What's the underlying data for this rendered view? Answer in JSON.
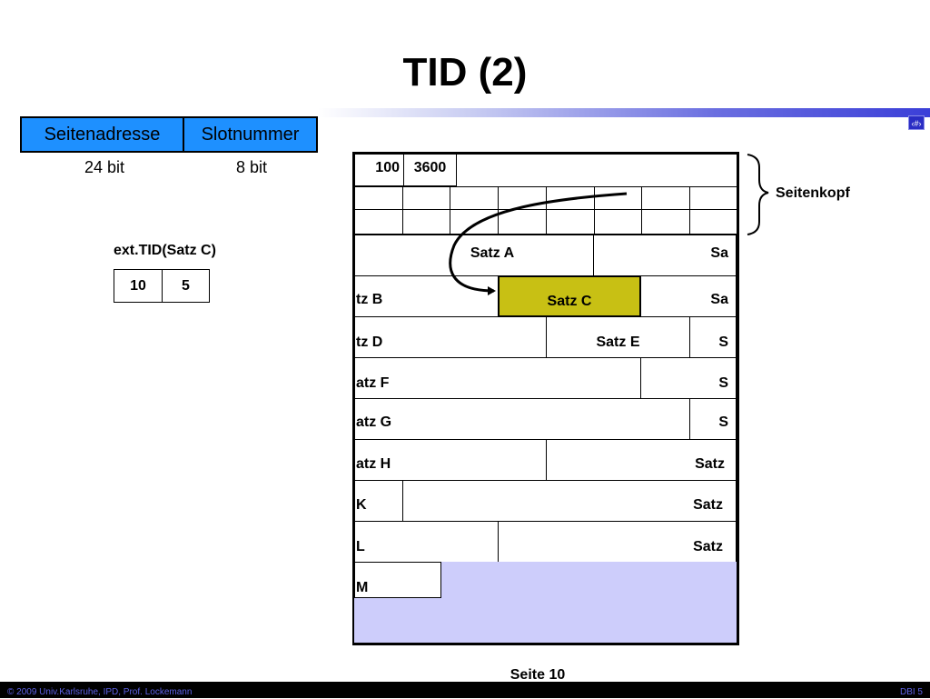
{
  "title": "TID (2)",
  "tid_format": {
    "fields": [
      {
        "label": "Seitenadresse",
        "bits": "24 bit"
      },
      {
        "label": "Slotnummer",
        "bits": "8 bit"
      }
    ]
  },
  "ext_tid": {
    "label": "ext.TID(Satz C)",
    "values": [
      "10",
      "5"
    ]
  },
  "page": {
    "header_values": [
      "100",
      "3600"
    ],
    "records": {
      "a": "Satz A",
      "a_tail": "Sa",
      "b": "tz B",
      "c": "Satz C",
      "c_tail": "Sa",
      "d": "tz D",
      "e": "Satz E",
      "e_tail": "S",
      "f": "atz F",
      "f_tail": "S",
      "g": "atz G",
      "g_tail": "S",
      "h": "atz H",
      "h_tail": "Satz",
      "k": "K",
      "k_tail": "Satz",
      "l": "L",
      "l_tail": "Satz",
      "m": "M"
    },
    "header_brace_label": "Seitenkopf",
    "caption": "Seite 10"
  },
  "colors": {
    "tid_box": "#1e90ff",
    "highlight_record": "#c8c014",
    "free_space": "#cdcdfb",
    "footer_text": "#5e62e6"
  },
  "footer": {
    "left": "© 2009 Univ.Karlsruhe, IPD, Prof. Lockemann",
    "right": "DBI 5",
    "page_badge": "‹#›"
  }
}
